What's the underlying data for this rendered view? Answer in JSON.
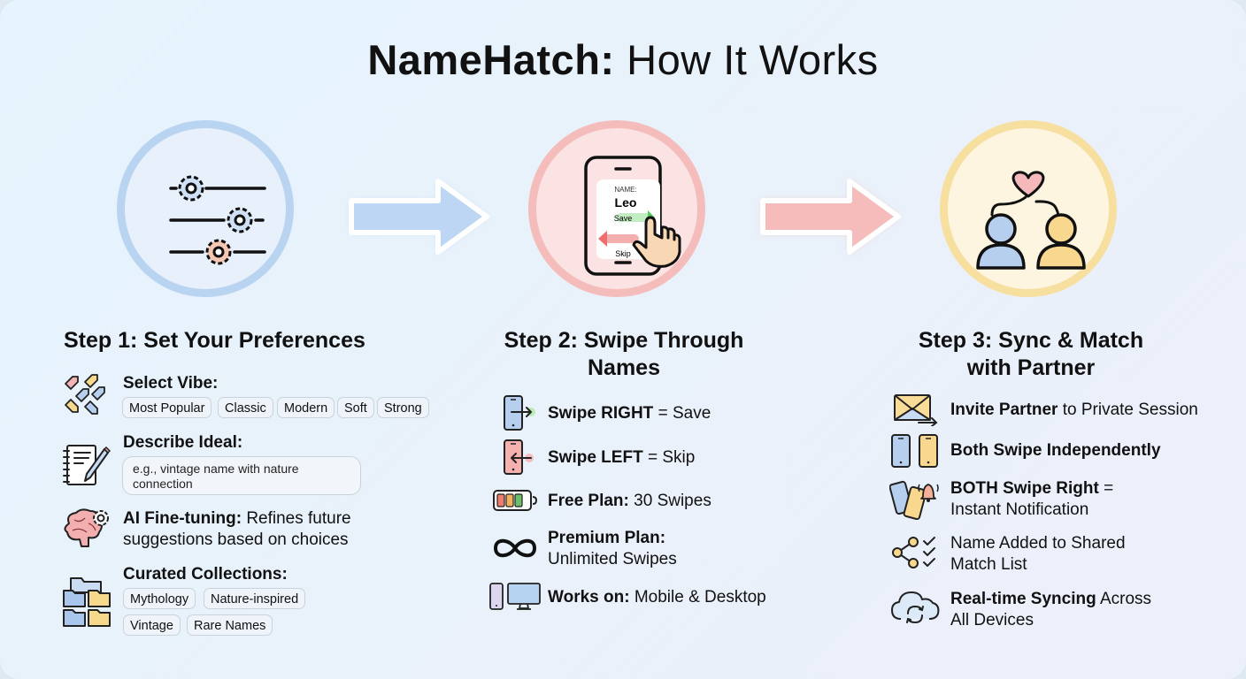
{
  "title": {
    "bold": "NameHatch:",
    "light": "How It Works"
  },
  "steps": [
    {
      "title": "Step 1: Set Your Preferences",
      "icon": "sliders-gears-icon",
      "color": "#b9d4f1",
      "items": [
        {
          "icon": "tags-icon",
          "label": "Select Vibe:",
          "chips": [
            "Most Popular",
            "Classic",
            "Modern",
            "Soft",
            "Strong"
          ]
        },
        {
          "icon": "notebook-pencil-icon",
          "label": "Describe Ideal:",
          "placeholder": "e.g., vintage name with nature connection"
        },
        {
          "icon": "brain-gear-icon",
          "bold": "AI Fine-tuning:",
          "text": "Refines future",
          "text2": "suggestions based on choices"
        },
        {
          "icon": "folders-icon",
          "label": "Curated Collections:",
          "chips": [
            "Mythology",
            "Nature-inspired",
            "Vintage",
            "Rare Names"
          ]
        }
      ]
    },
    {
      "title_line1": "Step 2: Swipe Through",
      "title_line2": "Names",
      "icon": "phone-swipe-icon",
      "color": "#f5bcbc",
      "card": {
        "caption": "NAME:",
        "name": "Leo",
        "save": "Save",
        "skip": "Skip"
      },
      "items": [
        {
          "icon": "phone-swipe-right-icon",
          "bold": "Swipe RIGHT",
          "text": "= Save"
        },
        {
          "icon": "phone-swipe-left-icon",
          "bold": "Swipe LEFT",
          "text": "= Skip"
        },
        {
          "icon": "battery-icon",
          "bold": "Free Plan:",
          "text": "30 Swipes"
        },
        {
          "icon": "infinity-icon",
          "bold": "Premium Plan:",
          "text": "Unlimited Swipes"
        },
        {
          "icon": "devices-icon",
          "bold": "Works on:",
          "text": "Mobile & Desktop"
        }
      ]
    },
    {
      "title_line1": "Step 3: Sync & Match",
      "title_line2": "with Partner",
      "icon": "couple-heart-icon",
      "color": "#f7dfa0",
      "items": [
        {
          "icon": "envelope-send-icon",
          "bold": "Invite Partner",
          "text": "to Private Session"
        },
        {
          "icon": "two-phones-icon",
          "bold": "Both Swipe Independently",
          "text": ""
        },
        {
          "icon": "phones-bell-icon",
          "bold": "BOTH Swipe Right",
          "text": "=",
          "text2": "Instant Notification"
        },
        {
          "icon": "share-checklist-icon",
          "text": "Name Added to Shared",
          "text2": "Match List"
        },
        {
          "icon": "cloud-sync-icon",
          "bold": "Real-time Syncing",
          "text": "Across",
          "text2": "All Devices"
        }
      ]
    }
  ]
}
